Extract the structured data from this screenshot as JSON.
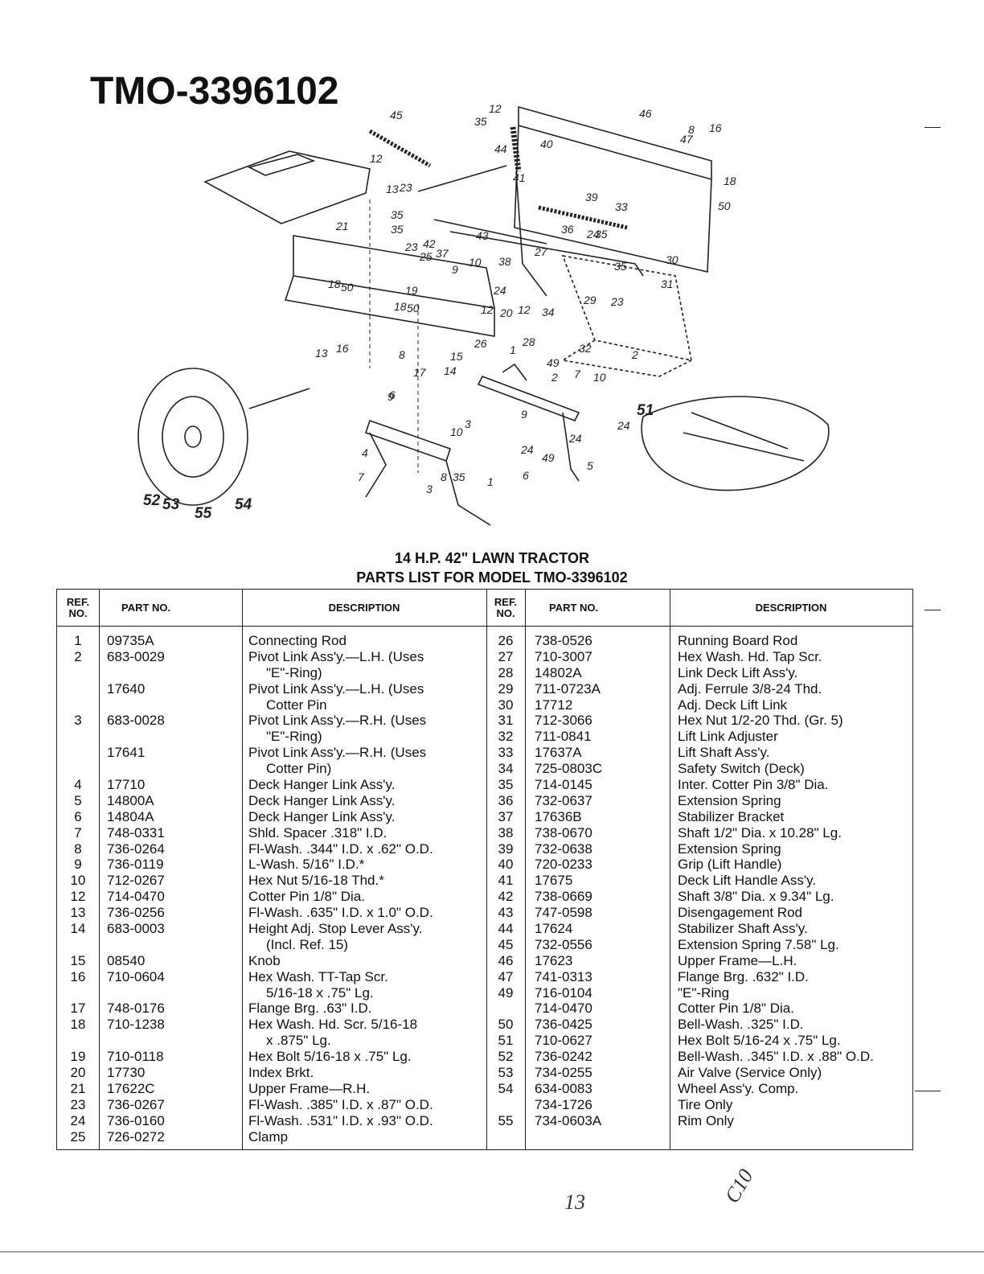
{
  "doc_title": "TMO-3396102",
  "heading1": "14 H.P. 42\" LAWN TRACTOR",
  "heading2": "PARTS LIST FOR MODEL TMO-3396102",
  "columns": {
    "ref": "REF. NO.",
    "part": "PART NO.",
    "desc": "DESCRIPTION"
  },
  "left_rows": [
    {
      "ref": "1",
      "part": "09735A",
      "desc": "Connecting Rod"
    },
    {
      "ref": "2",
      "part": "683-0029",
      "desc": "Pivot Link Ass'y.—L.H. (Uses"
    },
    {
      "ref": "",
      "part": "",
      "desc": "\"E\"-Ring)"
    },
    {
      "ref": "",
      "part": "17640",
      "desc": "Pivot Link Ass'y.—L.H. (Uses"
    },
    {
      "ref": "",
      "part": "",
      "desc": "Cotter Pin"
    },
    {
      "ref": "3",
      "part": "683-0028",
      "desc": "Pivot Link Ass'y.—R.H. (Uses"
    },
    {
      "ref": "",
      "part": "",
      "desc": "\"E\"-Ring)"
    },
    {
      "ref": "",
      "part": "17641",
      "desc": "Pivot Link Ass'y.—R.H. (Uses"
    },
    {
      "ref": "",
      "part": "",
      "desc": "Cotter Pin)"
    },
    {
      "ref": "4",
      "part": "17710",
      "desc": "Deck Hanger Link Ass'y."
    },
    {
      "ref": "5",
      "part": "14800A",
      "desc": "Deck Hanger Link Ass'y."
    },
    {
      "ref": "6",
      "part": "14804A",
      "desc": "Deck Hanger Link Ass'y."
    },
    {
      "ref": "7",
      "part": "748-0331",
      "desc": "Shld. Spacer .318\" I.D."
    },
    {
      "ref": "8",
      "part": "736-0264",
      "desc": "Fl-Wash. .344\" I.D. x .62\" O.D."
    },
    {
      "ref": "9",
      "part": "736-0119",
      "desc": "L-Wash. 5/16\" I.D.*"
    },
    {
      "ref": "10",
      "part": "712-0267",
      "desc": "Hex Nut 5/16-18 Thd.*"
    },
    {
      "ref": "12",
      "part": "714-0470",
      "desc": "Cotter Pin 1/8\" Dia."
    },
    {
      "ref": "13",
      "part": "736-0256",
      "desc": "Fl-Wash. .635\" I.D. x 1.0\" O.D."
    },
    {
      "ref": "14",
      "part": "683-0003",
      "desc": "Height Adj. Stop Lever Ass'y."
    },
    {
      "ref": "",
      "part": "",
      "desc": "(Incl. Ref. 15)"
    },
    {
      "ref": "15",
      "part": "08540",
      "desc": "Knob"
    },
    {
      "ref": "16",
      "part": "710-0604",
      "desc": "Hex Wash. TT-Tap Scr."
    },
    {
      "ref": "",
      "part": "",
      "desc": "5/16-18 x .75\" Lg."
    },
    {
      "ref": "17",
      "part": "748-0176",
      "desc": "Flange Brg. .63\" I.D."
    },
    {
      "ref": "18",
      "part": "710-1238",
      "desc": "Hex Wash. Hd. Scr. 5/16-18"
    },
    {
      "ref": "",
      "part": "",
      "desc": "x .875\" Lg."
    },
    {
      "ref": "19",
      "part": "710-0118",
      "desc": "Hex Bolt 5/16-18 x .75\" Lg."
    },
    {
      "ref": "20",
      "part": "17730",
      "desc": "Index Brkt."
    },
    {
      "ref": "21",
      "part": "17622C",
      "desc": "Upper Frame—R.H."
    },
    {
      "ref": "23",
      "part": "736-0267",
      "desc": "Fl-Wash. .385\" I.D. x .87\" O.D."
    },
    {
      "ref": "24",
      "part": "736-0160",
      "desc": "Fl-Wash. .531\" I.D. x .93\" O.D."
    },
    {
      "ref": "25",
      "part": "726-0272",
      "desc": "Clamp"
    }
  ],
  "right_rows": [
    {
      "ref": "26",
      "part": "738-0526",
      "desc": "Running Board Rod"
    },
    {
      "ref": "27",
      "part": "710-3007",
      "desc": "Hex Wash. Hd. Tap Scr."
    },
    {
      "ref": "28",
      "part": "14802A",
      "desc": "Link Deck Lift Ass'y."
    },
    {
      "ref": "29",
      "part": "711-0723A",
      "desc": "Adj. Ferrule 3/8-24 Thd."
    },
    {
      "ref": "30",
      "part": "17712",
      "desc": "Adj. Deck Lift Link"
    },
    {
      "ref": "31",
      "part": "712-3066",
      "desc": "Hex Nut 1/2-20 Thd. (Gr. 5)"
    },
    {
      "ref": "32",
      "part": "711-0841",
      "desc": "Lift Link Adjuster"
    },
    {
      "ref": "33",
      "part": "17637A",
      "desc": "Lift Shaft Ass'y."
    },
    {
      "ref": "34",
      "part": "725-0803C",
      "desc": "Safety Switch (Deck)"
    },
    {
      "ref": "35",
      "part": "714-0145",
      "desc": "Inter. Cotter Pin 3/8\" Dia."
    },
    {
      "ref": "36",
      "part": "732-0637",
      "desc": "Extension Spring"
    },
    {
      "ref": "37",
      "part": "17636B",
      "desc": "Stabilizer Bracket"
    },
    {
      "ref": "38",
      "part": "738-0670",
      "desc": "Shaft 1/2\" Dia. x 10.28\" Lg."
    },
    {
      "ref": "39",
      "part": "732-0638",
      "desc": "Extension Spring"
    },
    {
      "ref": "40",
      "part": "720-0233",
      "desc": "Grip (Lift Handle)"
    },
    {
      "ref": "41",
      "part": "17675",
      "desc": "Deck Lift Handle Ass'y."
    },
    {
      "ref": "42",
      "part": "738-0669",
      "desc": "Shaft 3/8\" Dia. x 9.34\" Lg."
    },
    {
      "ref": "43",
      "part": "747-0598",
      "desc": "Disengagement Rod"
    },
    {
      "ref": "44",
      "part": "17624",
      "desc": "Stabilizer Shaft Ass'y."
    },
    {
      "ref": "45",
      "part": "732-0556",
      "desc": "Extension Spring 7.58\" Lg."
    },
    {
      "ref": "46",
      "part": "17623",
      "desc": "Upper Frame—L.H."
    },
    {
      "ref": "47",
      "part": "741-0313",
      "desc": "Flange Brg. .632\" I.D."
    },
    {
      "ref": "49",
      "part": "716-0104",
      "desc": "\"E\"-Ring"
    },
    {
      "ref": "",
      "part": "714-0470",
      "desc": "Cotter Pin 1/8\" Dia."
    },
    {
      "ref": "50",
      "part": "736-0425",
      "desc": "Bell-Wash. .325\" I.D."
    },
    {
      "ref": "51",
      "part": "710-0627",
      "desc": "Hex Bolt 5/16-24 x .75\" Lg."
    },
    {
      "ref": "52",
      "part": "736-0242",
      "desc": "Bell-Wash. .345\" I.D. x .88\" O.D."
    },
    {
      "ref": "53",
      "part": "734-0255",
      "desc": "Air Valve (Service Only)"
    },
    {
      "ref": "54",
      "part": "634-0083",
      "desc": "Wheel Ass'y. Comp."
    },
    {
      "ref": "",
      "part": "734-1726",
      "desc": "Tire Only"
    },
    {
      "ref": "55",
      "part": "734-0603A",
      "desc": "Rim Only"
    }
  ],
  "callouts": [
    "45",
    "12",
    "35",
    "40",
    "46",
    "8",
    "47",
    "16",
    "18",
    "50",
    "12",
    "13",
    "23",
    "35",
    "35",
    "44",
    "41",
    "39",
    "33",
    "21",
    "23",
    "42",
    "43",
    "25",
    "37",
    "9",
    "10",
    "38",
    "36",
    "24",
    "35",
    "27",
    "30",
    "31",
    "35",
    "18",
    "50",
    "19",
    "18",
    "50",
    "24",
    "12",
    "34",
    "29",
    "23",
    "20",
    "12",
    "13",
    "16",
    "8",
    "17",
    "14",
    "15",
    "26",
    "28",
    "32",
    "2",
    "1",
    "6",
    "2",
    "7",
    "10",
    "49",
    "9",
    "24",
    "24",
    "49",
    "6",
    "5",
    "1",
    "9",
    "10",
    "3",
    "4",
    "7",
    "3",
    "8",
    "35",
    "24",
    "51",
    "52",
    "53",
    "55",
    "54"
  ],
  "handwritten": [
    "13",
    "C10"
  ]
}
